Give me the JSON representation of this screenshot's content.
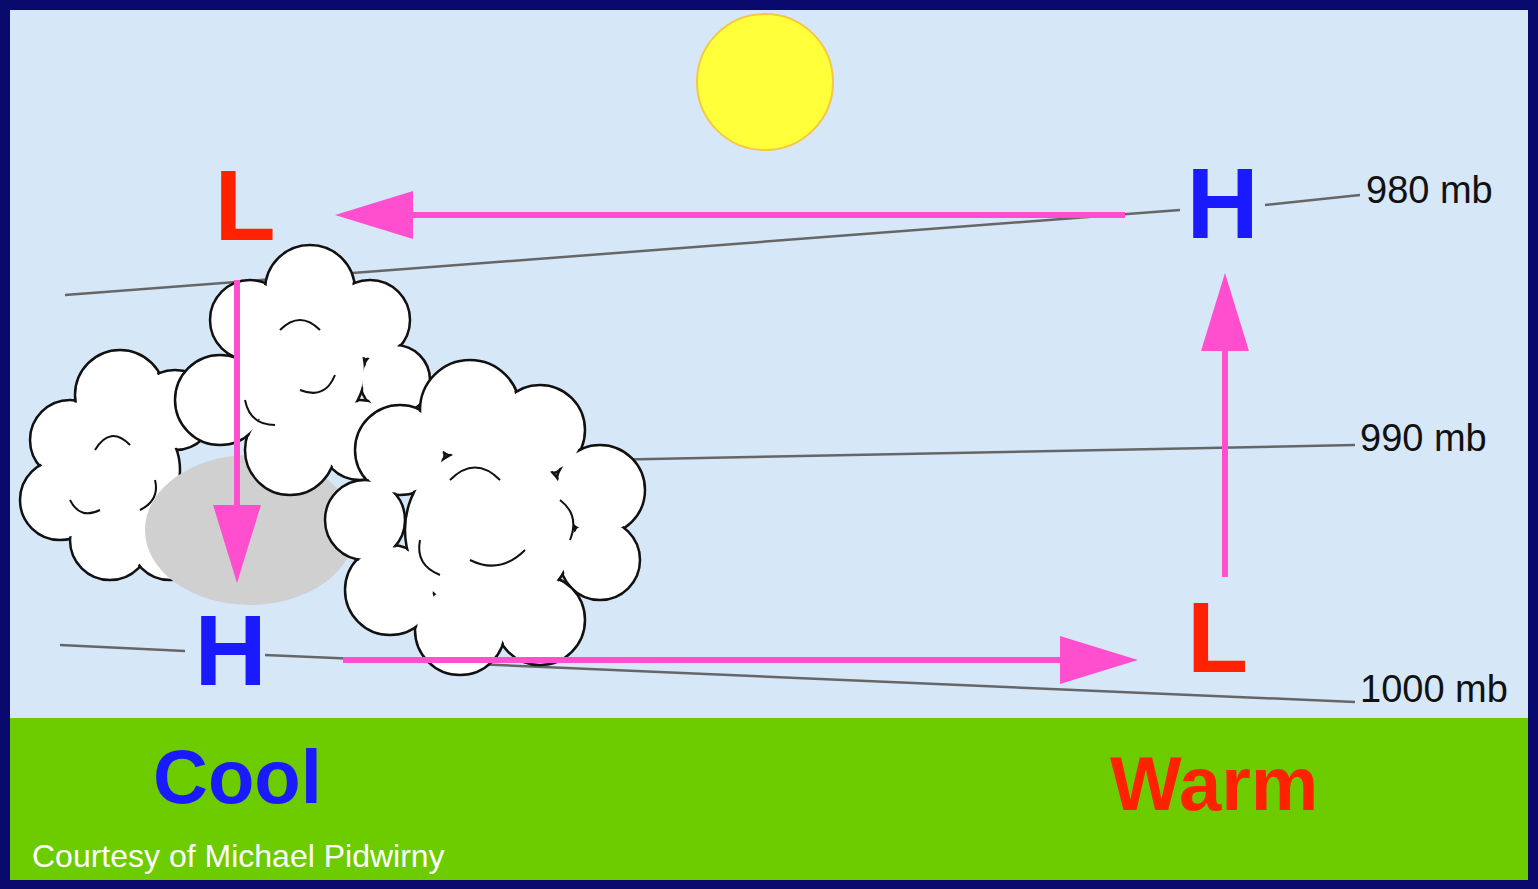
{
  "diagram": {
    "nodes": [
      {
        "text": [
          "L"
        ]
      },
      {
        "text": [
          "H"
        ]
      },
      {
        "text": [
          "H"
        ]
      },
      {
        "text": [
          "L"
        ]
      }
    ],
    "edges": [
      {
        "from": 1,
        "to": 0,
        "arrow": "to"
      },
      {
        "from": 0,
        "to": 2,
        "arrow": "to"
      },
      {
        "from": 2,
        "to": 3,
        "arrow": "to"
      },
      {
        "from": 3,
        "to": 1,
        "arrow": "to"
      }
    ],
    "labels": [
      "980 mb",
      "990 mb",
      "1000 mb",
      "Cool",
      "Warm",
      "Courtesy of Michael Pidwirny"
    ]
  }
}
